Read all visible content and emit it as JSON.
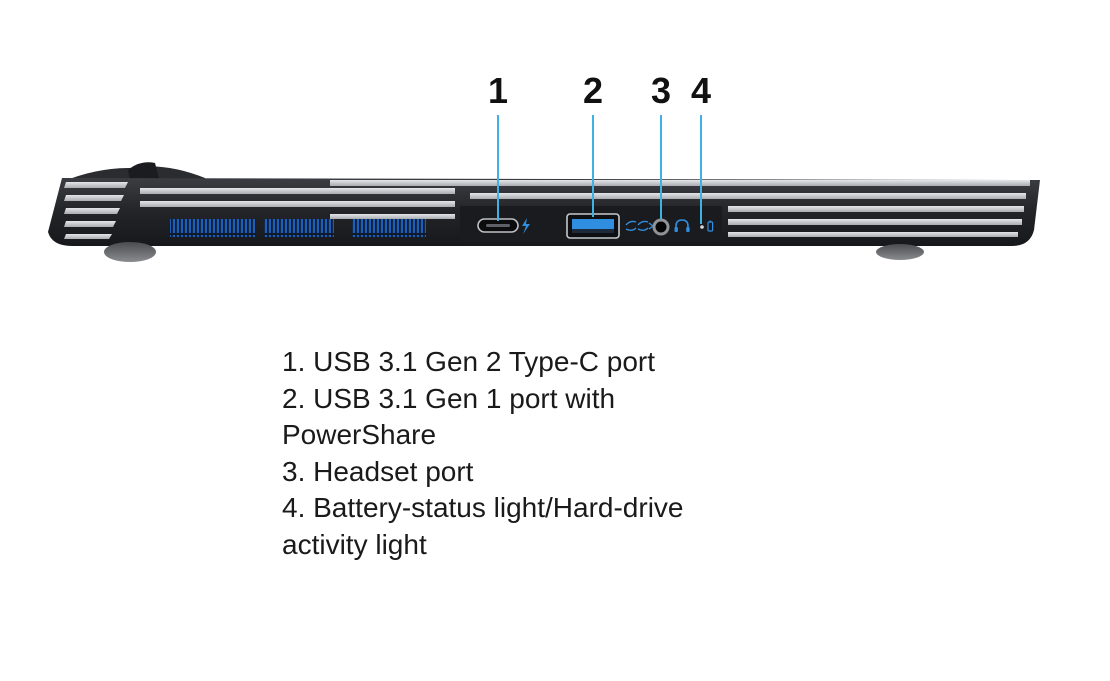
{
  "diagram": {
    "callouts": [
      {
        "number": "1"
      },
      {
        "number": "2"
      },
      {
        "number": "3"
      },
      {
        "number": "4"
      }
    ],
    "colors": {
      "leader_line": "#3fb2e3",
      "port_accent": "#2f8ee0",
      "chassis_dark": "#2a2c30",
      "chassis_stripe": "#c9ccd0",
      "vent_blue": "#1c5fb8"
    },
    "port_icons": [
      "usb-c-port-icon",
      "thunderbolt-icon",
      "usb-a-port-icon",
      "ss-logo-icon",
      "audio-jack-icon",
      "headset-icon",
      "status-light-icon",
      "battery-icon"
    ]
  },
  "legend": {
    "lines": [
      "1. USB 3.1 Gen 2 Type-C port",
      "2. USB 3.1 Gen 1 port with",
      "PowerShare",
      "3. Headset port",
      "4. Battery-status light/Hard-drive",
      "activity light"
    ]
  }
}
